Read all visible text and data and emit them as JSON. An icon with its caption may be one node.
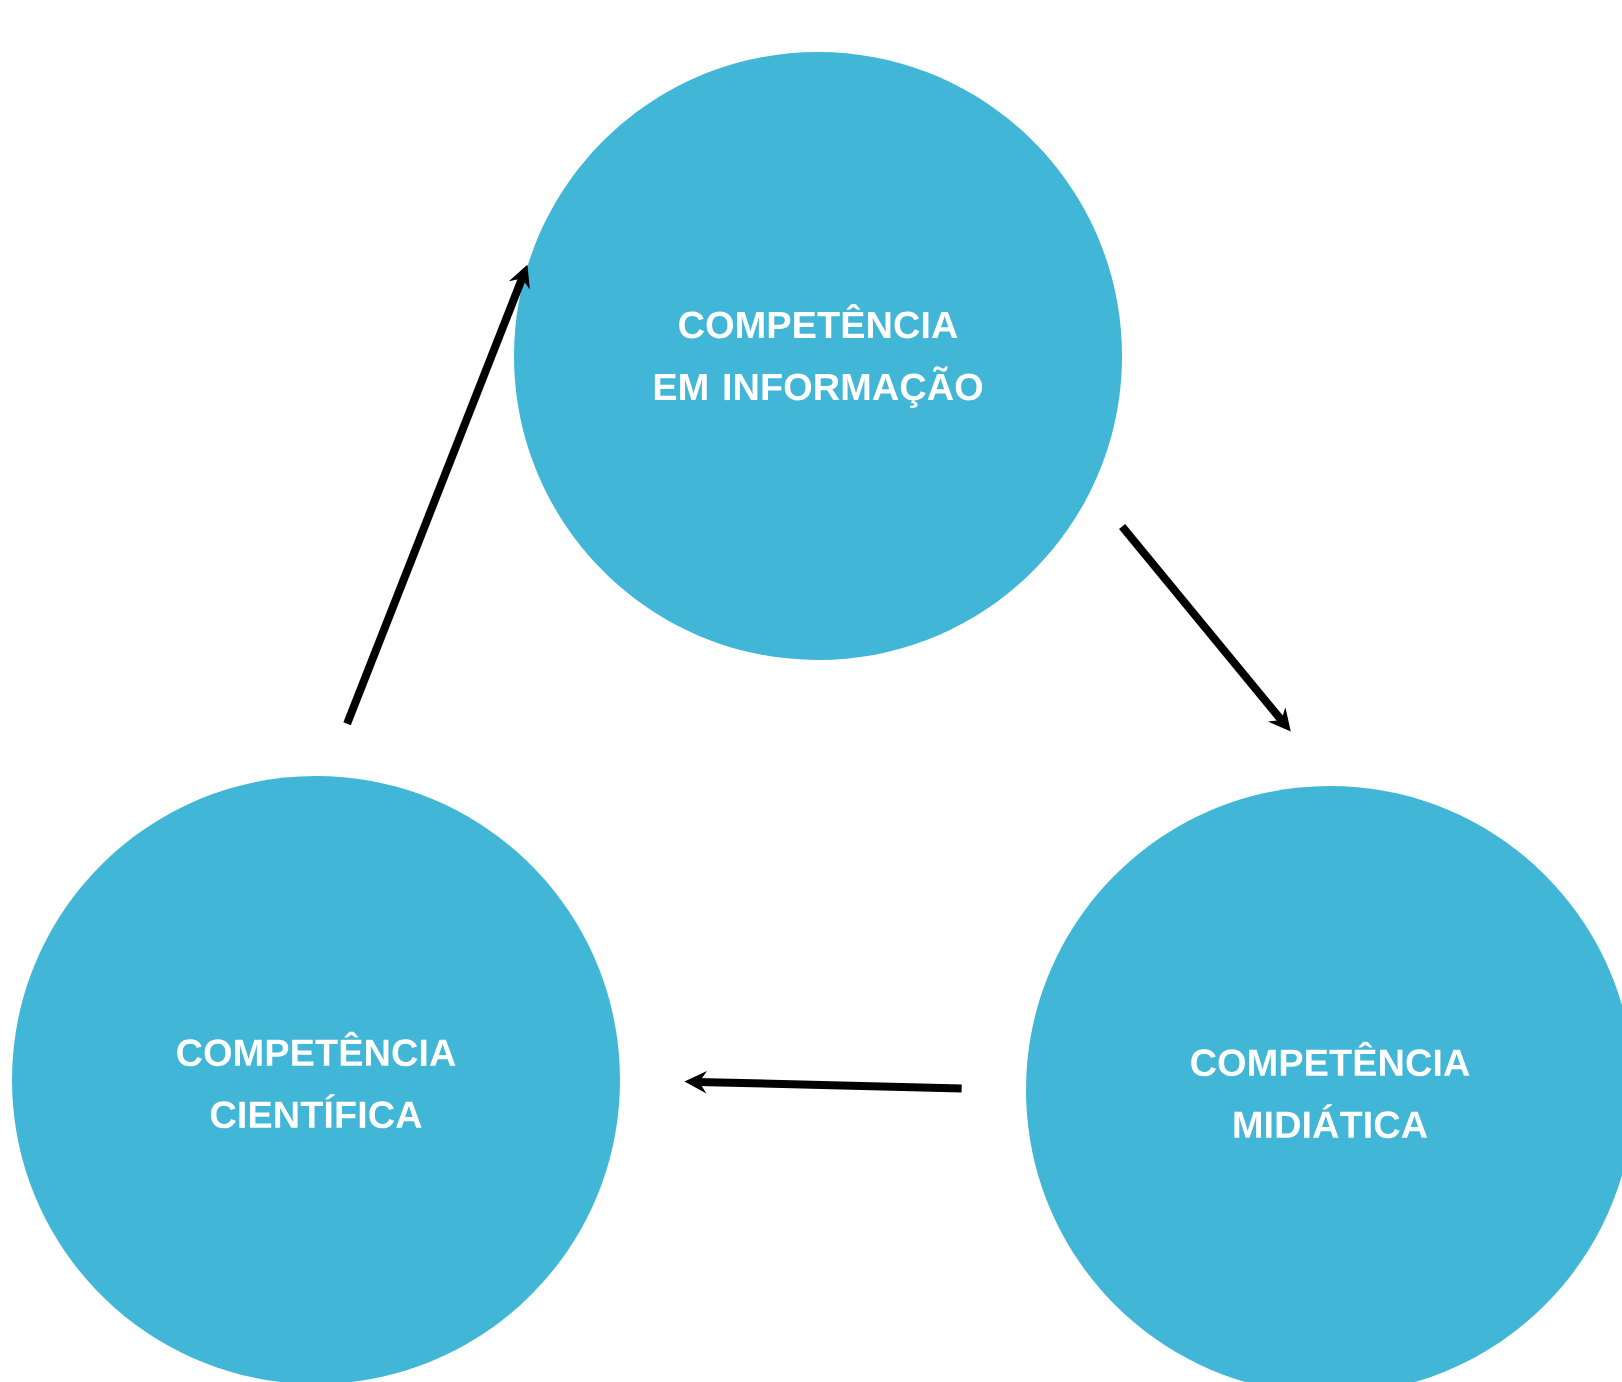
{
  "diagram": {
    "nodes": [
      {
        "text": [
          "COMPETÊNCIA EM INFORMAÇÃO"
        ]
      },
      {
        "text": [
          "COMPETÊNCIA MIDIÁTICA"
        ]
      },
      {
        "text": [
          "COMPETÊNCIA CIENTÍFICA"
        ]
      }
    ],
    "edges": [
      {
        "from": 0,
        "to": 1,
        "arrow": "to"
      },
      {
        "from": 1,
        "to": 2,
        "arrow": "to"
      },
      {
        "from": 2,
        "to": 0,
        "arrow": "to"
      }
    ]
  }
}
